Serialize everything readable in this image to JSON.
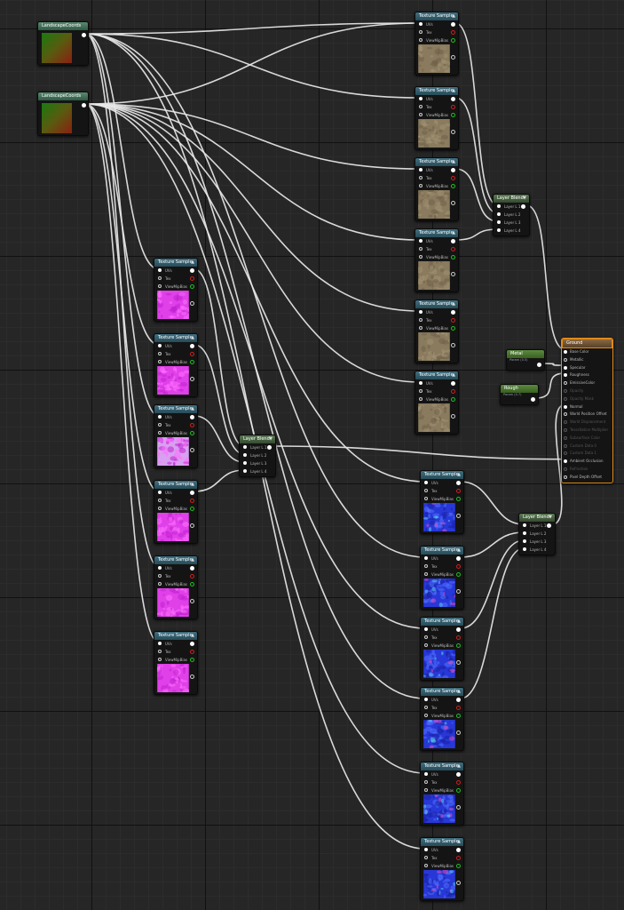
{
  "colors": {
    "wire": "#e8e8e8",
    "tex_header": "#3f6f80",
    "coord_header": "#5a8a70",
    "blend_header": "#5c7a55",
    "material_border": "#e08a1a",
    "pin_red": "#d02020",
    "pin_green": "#20c020",
    "pin_white": "#ffffff"
  },
  "coords": [
    {
      "title": "LandscapeCoords"
    },
    {
      "title": "LandscapeCoords"
    }
  ],
  "texture_sample": {
    "title": "Texture Sample",
    "pins": [
      "UVs",
      "Tex",
      "ViewMipBias"
    ]
  },
  "texture_groups": {
    "diffuse": {
      "count": 6,
      "thumb": "dirt"
    },
    "mask": {
      "count": 6,
      "thumb": "magenta"
    },
    "normal": {
      "count": 6,
      "thumb": "normal"
    }
  },
  "layer_blend": {
    "title": "Layer Blend",
    "layers": [
      "Layer L 1",
      "Layer L 2",
      "Layer L 3",
      "Layer L 4"
    ]
  },
  "constants": [
    {
      "title": "Metal",
      "sub": "Param (0.5)"
    },
    {
      "title": "Rough",
      "sub": "Param (0.7)"
    }
  ],
  "material": {
    "title": "Ground",
    "pins": [
      {
        "label": "Base Color",
        "connected": true,
        "enabled": true
      },
      {
        "label": "Metallic",
        "connected": false,
        "enabled": true
      },
      {
        "label": "Specular",
        "connected": true,
        "enabled": true
      },
      {
        "label": "Roughness",
        "connected": true,
        "enabled": true
      },
      {
        "label": "EmissiveColor",
        "connected": false,
        "enabled": true
      },
      {
        "label": "Opacity",
        "connected": false,
        "enabled": false
      },
      {
        "label": "Opacity Mask",
        "connected": false,
        "enabled": false
      },
      {
        "label": "Normal",
        "connected": true,
        "enabled": true
      },
      {
        "label": "World Position Offset",
        "connected": false,
        "enabled": true
      },
      {
        "label": "World Displacement",
        "connected": false,
        "enabled": false
      },
      {
        "label": "Tessellation Multiplier",
        "connected": false,
        "enabled": false
      },
      {
        "label": "Subsurface Color",
        "connected": false,
        "enabled": false
      },
      {
        "label": "Custom Data 0",
        "connected": false,
        "enabled": false
      },
      {
        "label": "Custom Data 1",
        "connected": false,
        "enabled": false
      },
      {
        "label": "Ambient Occlusion",
        "connected": true,
        "enabled": true
      },
      {
        "label": "Refraction",
        "connected": false,
        "enabled": false
      },
      {
        "label": "Pixel Depth Offset",
        "connected": false,
        "enabled": true
      }
    ]
  }
}
